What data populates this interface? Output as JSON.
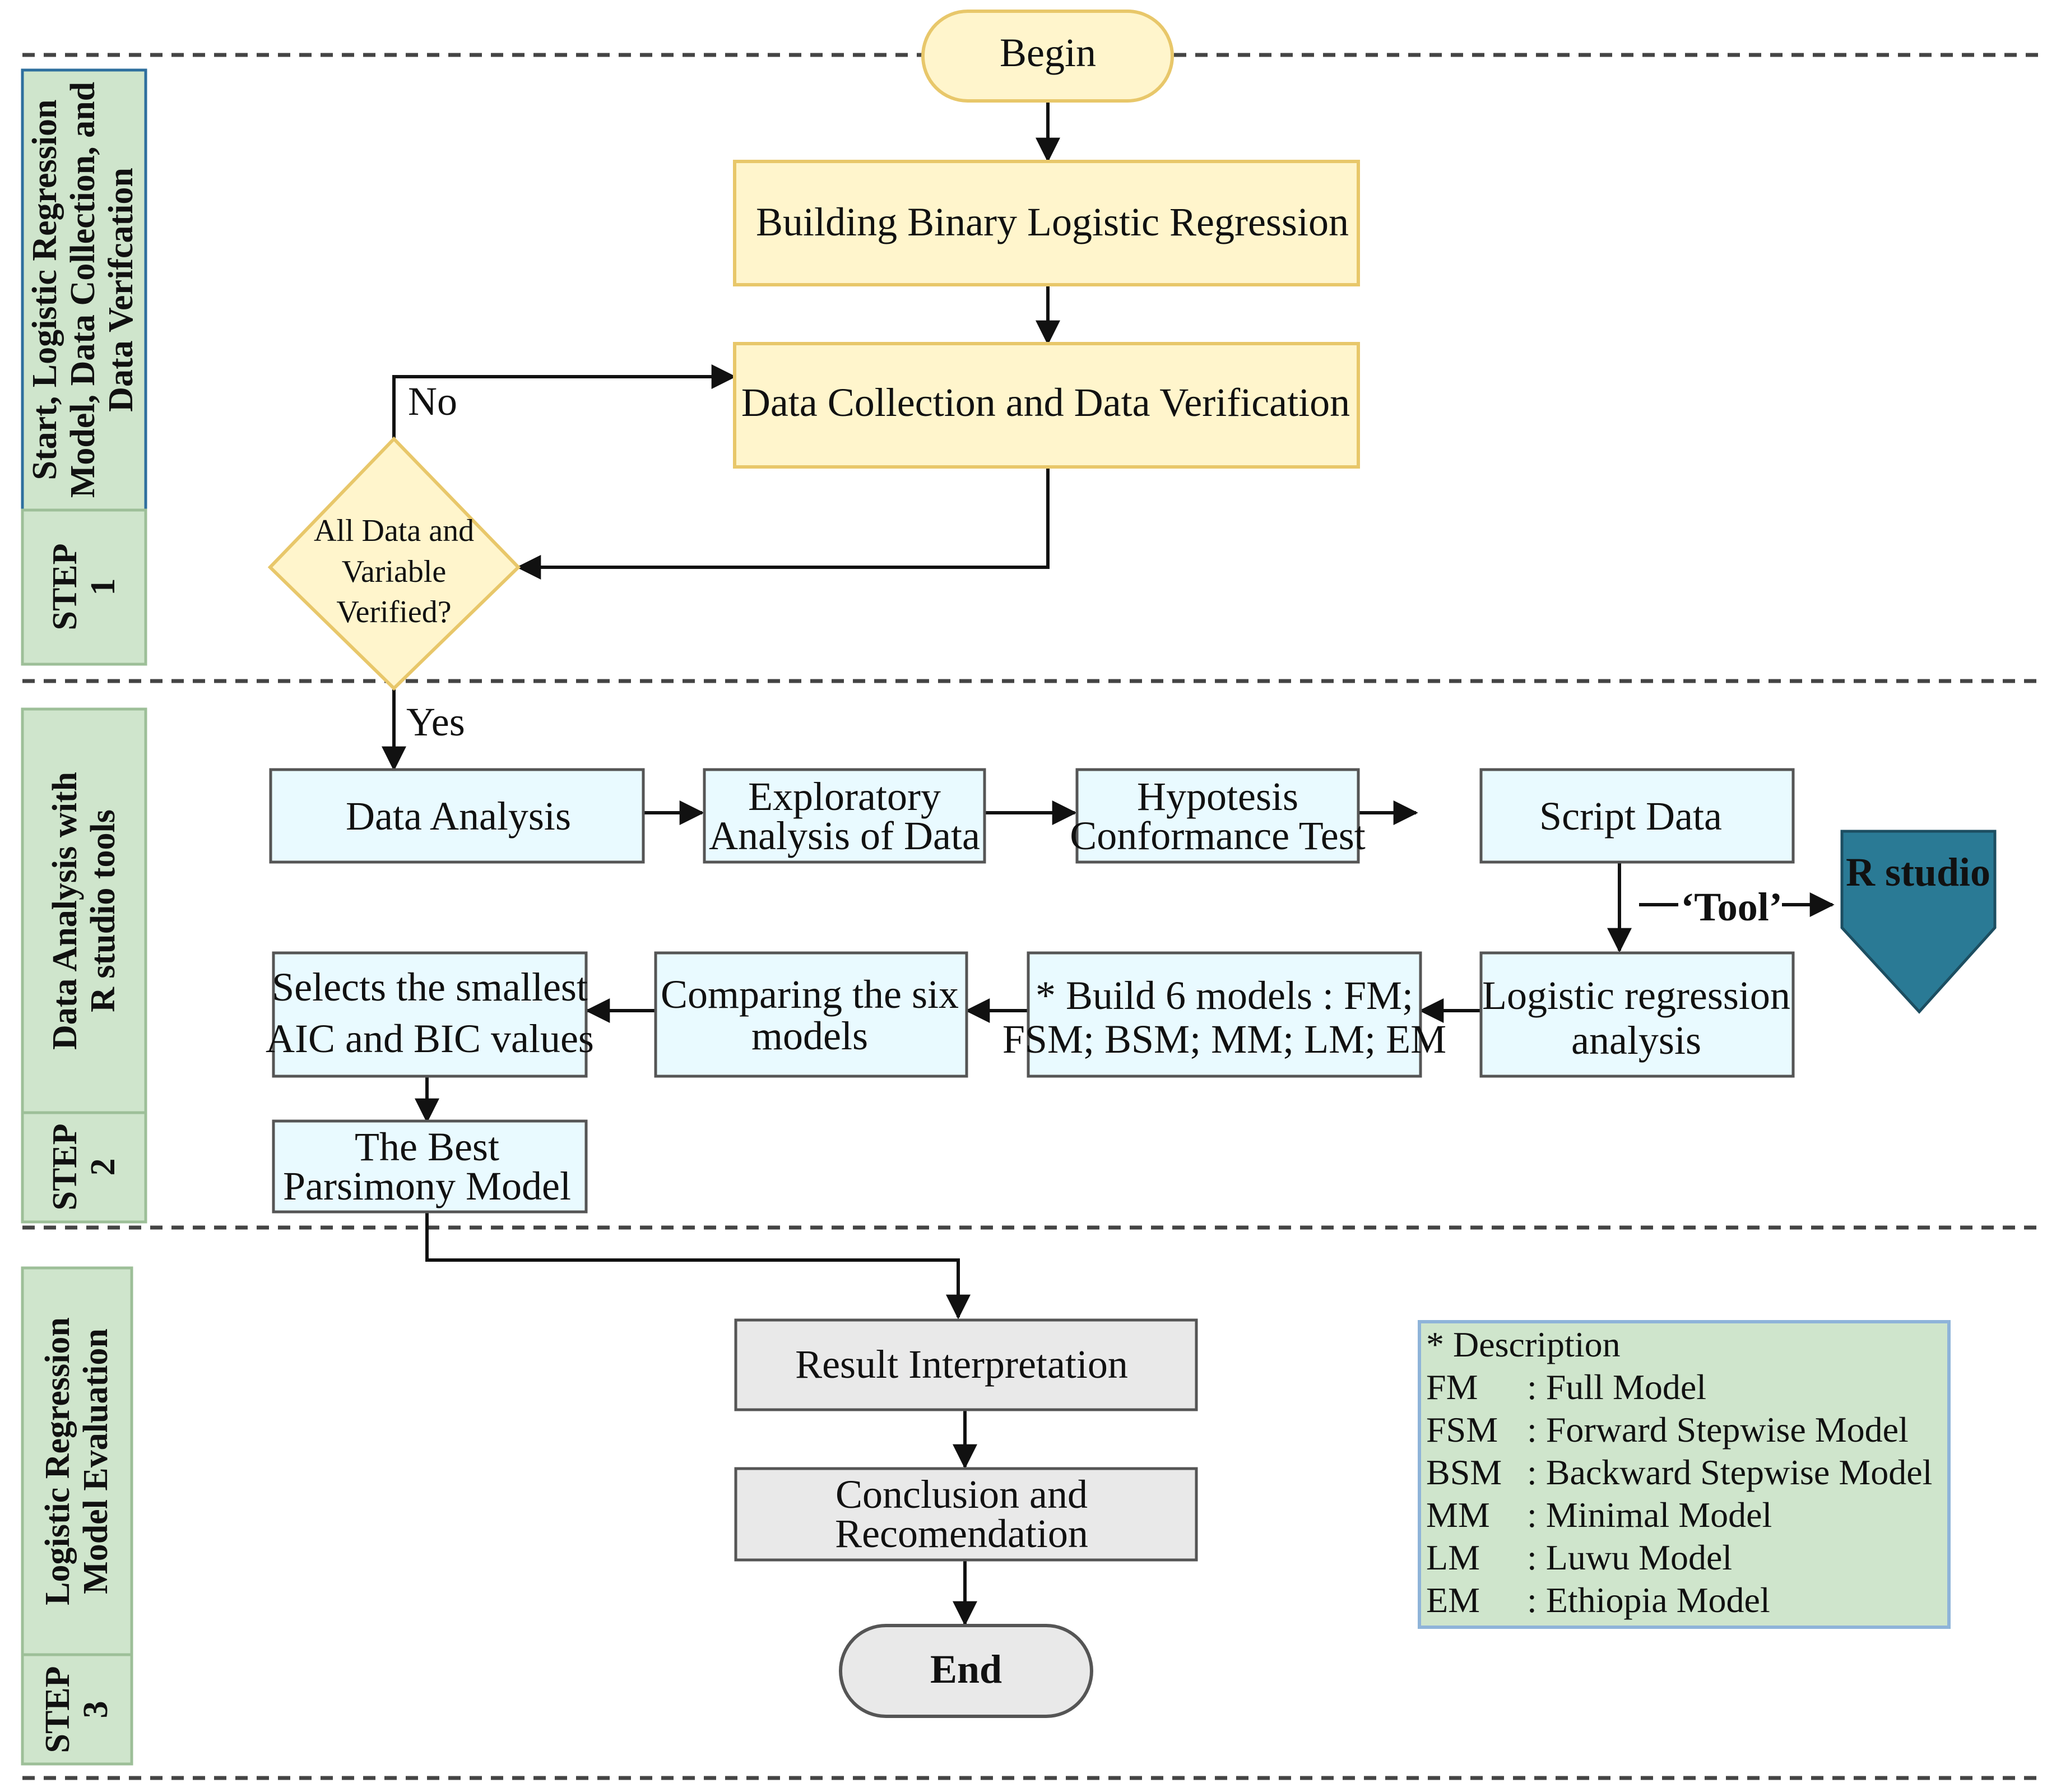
{
  "colors": {
    "yellow_fill": "#FFF5CC",
    "yellow_stroke": "#E8C76A",
    "blue_fill": "#E9FAFF",
    "green_fill": "#CFE5CC",
    "green_stroke": "#9DBF98",
    "grey_fill": "#E9E9E9",
    "rstudio_fill": "#2A7A95",
    "box_stroke": "#555555",
    "legend_stroke": "#8FB4D9"
  },
  "sections": {
    "step1": {
      "title_line1": "Start, Logistic Regression",
      "title_line2": "Model, Data Collection, and",
      "title_line3": "Data Verifcation",
      "step_word": "STEP",
      "step_num": "1"
    },
    "step2": {
      "title_line1": "Data Analysis with",
      "title_line2": "R studio tools",
      "step_word": "STEP",
      "step_num": "2"
    },
    "step3": {
      "title_line1": "Logistic Regression",
      "title_line2": "Model Evaluation",
      "step_word": "STEP",
      "step_num": "3"
    }
  },
  "nodes": {
    "begin": "Begin",
    "build": "Building Binary Logistic Regression",
    "collect": "Data Collection and Data Verification",
    "decision_line1": "All Data and",
    "decision_line2": "Variable",
    "decision_line3": "Verified?",
    "no_label": "No",
    "yes_label": "Yes",
    "analysis": "Data Analysis",
    "exploratory_line1": "Exploratory",
    "exploratory_line2": "Analysis of Data",
    "hypotesis_line1": "Hypotesis",
    "hypotesis_line2": "Conformance Test",
    "script": "Script Data",
    "rstudio": "R studio",
    "tool_label": "‘Tool’",
    "logistic_line1": "Logistic regression",
    "logistic_line2": "analysis",
    "build6_line1": "* Build 6 models : FM;",
    "build6_line2": "FSM; BSM; MM; LM; EM",
    "compare_line1": "Comparing the six",
    "compare_line2": "models",
    "selects_line1": "Selects the smallest",
    "selects_line2": "AIC and BIC values",
    "best_line1": "The Best",
    "best_line2": "Parsimony Model",
    "result": "Result  Interpretation",
    "conclusion_line1": "Conclusion and",
    "conclusion_line2": "Recomendation",
    "end": "End"
  },
  "legend": {
    "title": "* Description",
    "items": [
      {
        "abbr": "FM",
        "desc": ": Full Model"
      },
      {
        "abbr": "FSM",
        "desc": ": Forward Stepwise Model"
      },
      {
        "abbr": "BSM",
        "desc": ": Backward Stepwise Model"
      },
      {
        "abbr": "MM",
        "desc": ": Minimal Model"
      },
      {
        "abbr": "LM",
        "desc": ": Luwu Model"
      },
      {
        "abbr": "EM",
        "desc": ": Ethiopia Model"
      }
    ]
  }
}
